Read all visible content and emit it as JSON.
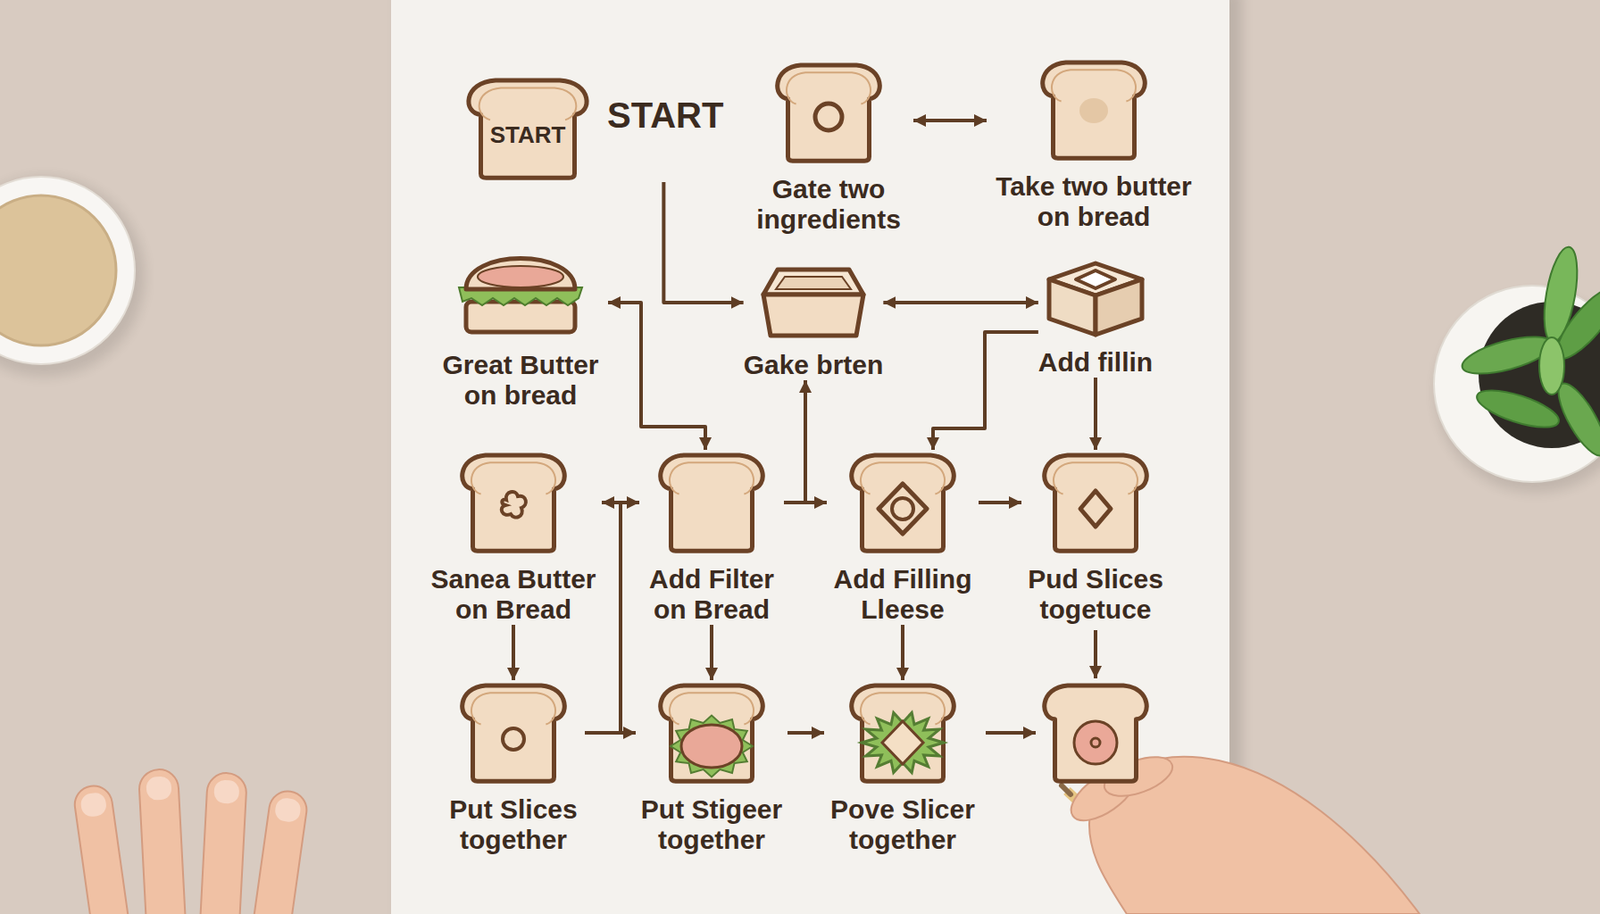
{
  "diagram": {
    "nodes": [
      {
        "text": [
          "START",
          "START"
        ]
      },
      {
        "text": [
          "Gate two ingredients"
        ]
      },
      {
        "text": [
          "Take two butter on bread"
        ]
      },
      {
        "text": [
          "Great Butter on bread"
        ]
      },
      {
        "text": [
          "Gake brten"
        ]
      },
      {
        "text": [
          "Add fillin"
        ]
      },
      {
        "text": [
          "Sanea Butter on Bread"
        ]
      },
      {
        "text": [
          "Add Filter on Bread"
        ]
      },
      {
        "text": [
          "Add Filling Lleese"
        ]
      },
      {
        "text": [
          "Pud Slices togetuce"
        ]
      },
      {
        "text": [
          "Put Slices together"
        ]
      },
      {
        "text": [
          "Put Stigeer together"
        ]
      },
      {
        "text": [
          "Pove Slicer together"
        ]
      }
    ],
    "edges": [
      {
        "from": 1,
        "to": 2,
        "arrow": "both"
      },
      {
        "from": 0,
        "to": 4,
        "arrow": "to"
      },
      {
        "from": 4,
        "to": 5,
        "arrow": "both"
      },
      {
        "from": 3,
        "to": 7,
        "arrow": "both"
      },
      {
        "from": 7,
        "to": 4,
        "arrow": "to"
      },
      {
        "from": 5,
        "to": 8,
        "arrow": "to"
      },
      {
        "from": 5,
        "to": 9,
        "arrow": "to"
      },
      {
        "from": 6,
        "to": 7,
        "arrow": "both"
      },
      {
        "from": 7,
        "to": 8,
        "arrow": "to"
      },
      {
        "from": 8,
        "to": 9,
        "arrow": "to"
      },
      {
        "from": 6,
        "to": 10,
        "arrow": "to"
      },
      {
        "from": 7,
        "to": 11,
        "arrow": "to"
      },
      {
        "from": 8,
        "to": 12,
        "arrow": "to"
      },
      {
        "from": 10,
        "to": 11,
        "arrow": "to"
      },
      {
        "from": 11,
        "to": 12,
        "arrow": "to"
      }
    ]
  }
}
